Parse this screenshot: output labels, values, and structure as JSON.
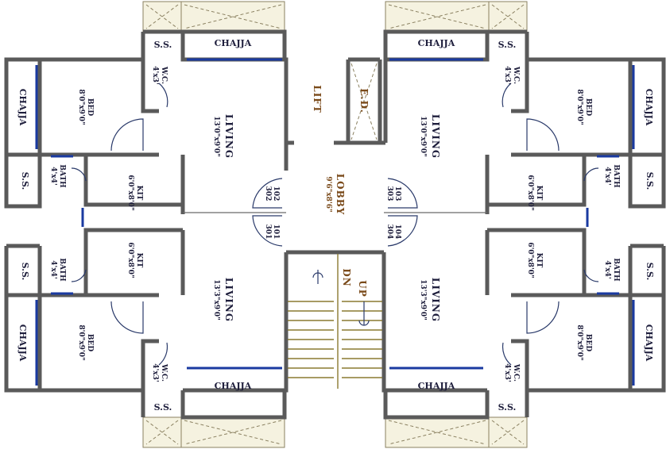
{
  "rooms": {
    "ss": "S.S.",
    "chajja": "CHAJJA",
    "wc": "W.C.",
    "wc_dim": "4'x3'",
    "bed": "BED",
    "bed_dim": "8'0\"x9'0\"",
    "living": "LIVING",
    "living_top_dim": "13'0\"x9'0\"",
    "living_bottom_dim": "13'3\"x9'0\"",
    "kit": "KIT",
    "kit_dim": "6'0\"x8'0\"",
    "bath": "BATH",
    "bath_dim": "4'x4'",
    "lift": "LIFT",
    "ed": "E.D.",
    "lobby": "LOBBY",
    "lobby_dim": "9'6\"x8'6\"",
    "up": "UP",
    "dn": "DN"
  },
  "flats": {
    "f101": "101",
    "f102": "102",
    "f103": "103",
    "f104": "104",
    "f301": "301",
    "f302": "302",
    "f303": "303",
    "f304": "304"
  }
}
